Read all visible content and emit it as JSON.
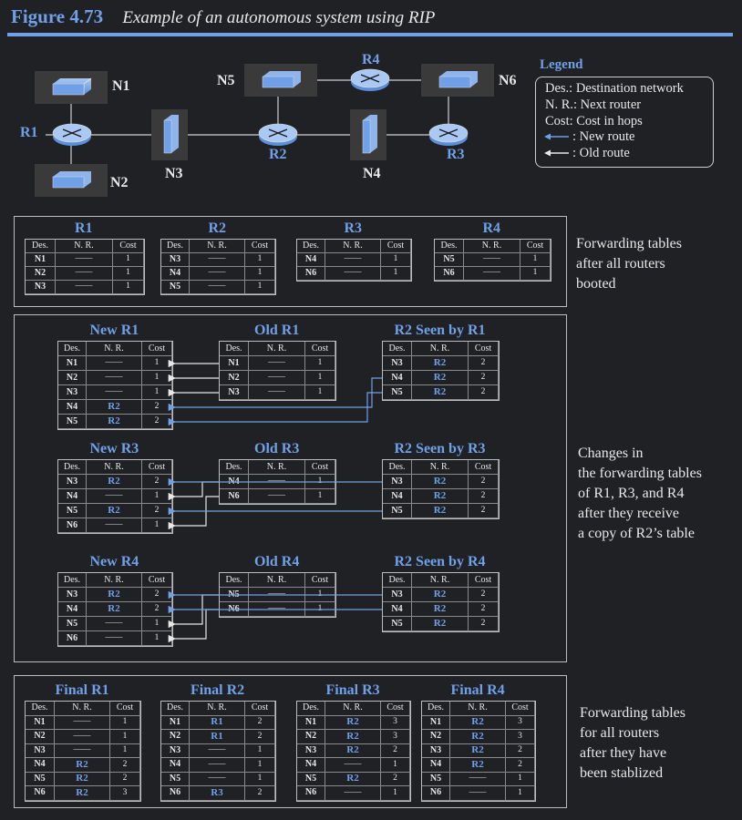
{
  "figure": {
    "number": "Figure 4.73",
    "caption": "Example of an autonomous system using RIP"
  },
  "topology": {
    "routers": [
      "R1",
      "R2",
      "R3",
      "R4"
    ],
    "networks": [
      "N1",
      "N2",
      "N3",
      "N4",
      "N5",
      "N6"
    ]
  },
  "legend": {
    "title": "Legend",
    "items": [
      "Des.: Destination network",
      "N. R.: Next router",
      "Cost: Cost in hops"
    ],
    "new_route": ": New route",
    "old_route": ": Old route"
  },
  "colors": {
    "accent": "#6fa0e8",
    "background": "#202124",
    "text": "#e8e8e8",
    "icon_bg": "#3a3a3a"
  },
  "headers": {
    "des": "Des.",
    "nr": "N. R.",
    "cost": "Cost"
  },
  "dash": "——",
  "sections": {
    "booted": {
      "text": [
        "Forwarding tables",
        "after all routers",
        "booted"
      ],
      "tables": [
        {
          "label": "R1",
          "rows": [
            [
              "N1",
              "——",
              "1"
            ],
            [
              "N2",
              "——",
              "1"
            ],
            [
              "N3",
              "——",
              "1"
            ]
          ]
        },
        {
          "label": "R2",
          "rows": [
            [
              "N3",
              "——",
              "1"
            ],
            [
              "N4",
              "——",
              "1"
            ],
            [
              "N5",
              "——",
              "1"
            ]
          ]
        },
        {
          "label": "R3",
          "rows": [
            [
              "N4",
              "——",
              "1"
            ],
            [
              "N6",
              "——",
              "1"
            ]
          ]
        },
        {
          "label": "R4",
          "rows": [
            [
              "N5",
              "——",
              "1"
            ],
            [
              "N6",
              "——",
              "1"
            ]
          ]
        }
      ]
    },
    "changes": {
      "text": [
        "Changes in",
        "the forwarding tables",
        "of R1, R3, and R4",
        "after they receive",
        "a copy of R2’s table"
      ],
      "groups": [
        {
          "new": {
            "label": "New R1",
            "rows": [
              [
                "N1",
                "——",
                "1"
              ],
              [
                "N2",
                "——",
                "1"
              ],
              [
                "N3",
                "——",
                "1"
              ],
              [
                "N4",
                "R2",
                "2"
              ],
              [
                "N5",
                "R2",
                "2"
              ]
            ]
          },
          "old": {
            "label": "Old R1",
            "rows": [
              [
                "N1",
                "——",
                "1"
              ],
              [
                "N2",
                "——",
                "1"
              ],
              [
                "N3",
                "——",
                "1"
              ]
            ]
          },
          "seen": {
            "label": "R2 Seen by R1",
            "rows": [
              [
                "N3",
                "R2",
                "2"
              ],
              [
                "N4",
                "R2",
                "2"
              ],
              [
                "N5",
                "R2",
                "2"
              ]
            ]
          }
        },
        {
          "new": {
            "label": "New R3",
            "rows": [
              [
                "N3",
                "R2",
                "2"
              ],
              [
                "N4",
                "——",
                "1"
              ],
              [
                "N5",
                "R2",
                "2"
              ],
              [
                "N6",
                "——",
                "1"
              ]
            ]
          },
          "old": {
            "label": "Old R3",
            "rows": [
              [
                "N4",
                "——",
                "1"
              ],
              [
                "N6",
                "——",
                "1"
              ]
            ]
          },
          "seen": {
            "label": "R2 Seen by R3",
            "rows": [
              [
                "N3",
                "R2",
                "2"
              ],
              [
                "N4",
                "R2",
                "2"
              ],
              [
                "N5",
                "R2",
                "2"
              ]
            ]
          }
        },
        {
          "new": {
            "label": "New R4",
            "rows": [
              [
                "N3",
                "R2",
                "2"
              ],
              [
                "N4",
                "R2",
                "2"
              ],
              [
                "N5",
                "——",
                "1"
              ],
              [
                "N6",
                "——",
                "1"
              ]
            ]
          },
          "old": {
            "label": "Old R4",
            "rows": [
              [
                "N5",
                "——",
                "1"
              ],
              [
                "N6",
                "——",
                "1"
              ]
            ]
          },
          "seen": {
            "label": "R2 Seen by R4",
            "rows": [
              [
                "N3",
                "R2",
                "2"
              ],
              [
                "N4",
                "R2",
                "2"
              ],
              [
                "N5",
                "R2",
                "2"
              ]
            ]
          }
        }
      ]
    },
    "final": {
      "text": [
        "Forwarding tables",
        "for all routers",
        "after they have",
        "been stablized"
      ],
      "tables": [
        {
          "label": "Final R1",
          "rows": [
            [
              "N1",
              "——",
              "1"
            ],
            [
              "N2",
              "——",
              "1"
            ],
            [
              "N3",
              "——",
              "1"
            ],
            [
              "N4",
              "R2",
              "2"
            ],
            [
              "N5",
              "R2",
              "2"
            ],
            [
              "N6",
              "R2",
              "3"
            ]
          ]
        },
        {
          "label": "Final R2",
          "rows": [
            [
              "N1",
              "R1",
              "2"
            ],
            [
              "N2",
              "R1",
              "2"
            ],
            [
              "N3",
              "——",
              "1"
            ],
            [
              "N4",
              "——",
              "1"
            ],
            [
              "N5",
              "——",
              "1"
            ],
            [
              "N6",
              "R3",
              "2"
            ]
          ]
        },
        {
          "label": "Final R3",
          "rows": [
            [
              "N1",
              "R2",
              "3"
            ],
            [
              "N2",
              "R2",
              "3"
            ],
            [
              "N3",
              "R2",
              "2"
            ],
            [
              "N4",
              "——",
              "1"
            ],
            [
              "N5",
              "R2",
              "2"
            ],
            [
              "N6",
              "——",
              "1"
            ]
          ]
        },
        {
          "label": "Final R4",
          "rows": [
            [
              "N1",
              "R2",
              "3"
            ],
            [
              "N2",
              "R2",
              "3"
            ],
            [
              "N3",
              "R2",
              "2"
            ],
            [
              "N4",
              "R2",
              "2"
            ],
            [
              "N5",
              "——",
              "1"
            ],
            [
              "N6",
              "——",
              "1"
            ]
          ]
        }
      ]
    }
  }
}
